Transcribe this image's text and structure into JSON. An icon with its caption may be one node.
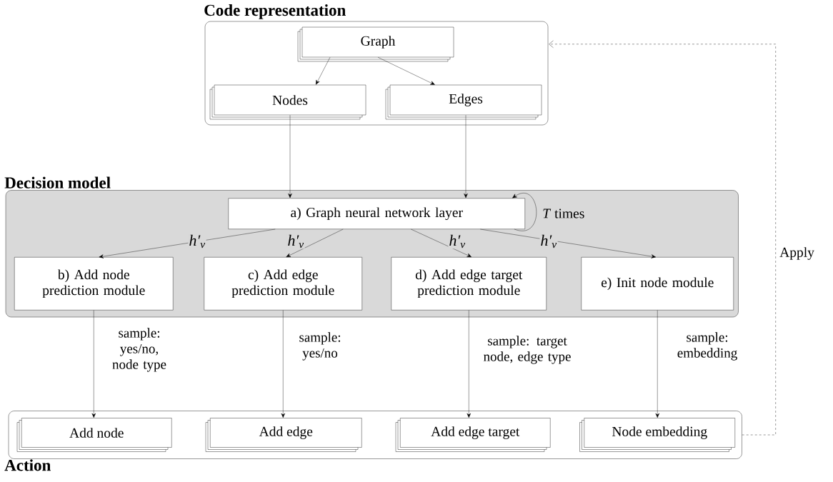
{
  "diagram": {
    "nodes": [
      {
        "text": [
          "Code representation"
        ]
      },
      {
        "text": [
          "Graph"
        ],
        "in": 0
      },
      {
        "text": [
          "Nodes"
        ],
        "in": 0
      },
      {
        "text": [
          "Edges"
        ],
        "in": 0
      },
      {
        "text": [
          "Decision model"
        ]
      },
      {
        "text": [
          "a) Graph neural network layer"
        ],
        "in": 4
      },
      {
        "text": [
          "b) Add node prediction module"
        ],
        "in": 4
      },
      {
        "text": [
          "c) Add edge prediction module"
        ],
        "in": 4
      },
      {
        "text": [
          "d) Add edge target prediction module"
        ],
        "in": 4
      },
      {
        "text": [
          "e) Init node module"
        ],
        "in": 4
      },
      {
        "text": [
          "Action"
        ]
      },
      {
        "text": [
          "Add node"
        ],
        "in": 10
      },
      {
        "text": [
          "Add edge"
        ],
        "in": 10
      },
      {
        "text": [
          "Add edge target"
        ],
        "in": 10
      },
      {
        "text": [
          "Node embedding"
        ],
        "in": 10
      }
    ],
    "edges": [
      {
        "from": 1,
        "to": 2,
        "arrow": "to"
      },
      {
        "from": 1,
        "to": 3,
        "arrow": "to"
      },
      {
        "from": 2,
        "to": 5,
        "arrow": "to"
      },
      {
        "from": 3,
        "to": 5,
        "arrow": "to"
      },
      {
        "from": 5,
        "to": 5,
        "arrow": "to",
        "label": "*T* times"
      },
      {
        "from": 5,
        "to": 6,
        "arrow": "to",
        "label": "h′$_{v}$"
      },
      {
        "from": 5,
        "to": 7,
        "arrow": "to",
        "label": "h′$_{v}$"
      },
      {
        "from": 5,
        "to": 8,
        "arrow": "to",
        "label": "h′$_{v}$"
      },
      {
        "from": 5,
        "to": 9,
        "arrow": "to",
        "label": "h′$_{v}$"
      },
      {
        "from": 6,
        "to": 11,
        "arrow": "to",
        "label": "sample: yes/no, node type"
      },
      {
        "from": 7,
        "to": 12,
        "arrow": "to",
        "label": "sample: yes/no"
      },
      {
        "from": 8,
        "to": 13,
        "arrow": "to",
        "label": "sample: target node, edge type"
      },
      {
        "from": 9,
        "to": 14,
        "arrow": "to",
        "label": "sample: embedding"
      },
      {
        "from": 10,
        "to": 0,
        "arrow": "to",
        "label": "Apply",
        "style": "dashed"
      }
    ]
  }
}
